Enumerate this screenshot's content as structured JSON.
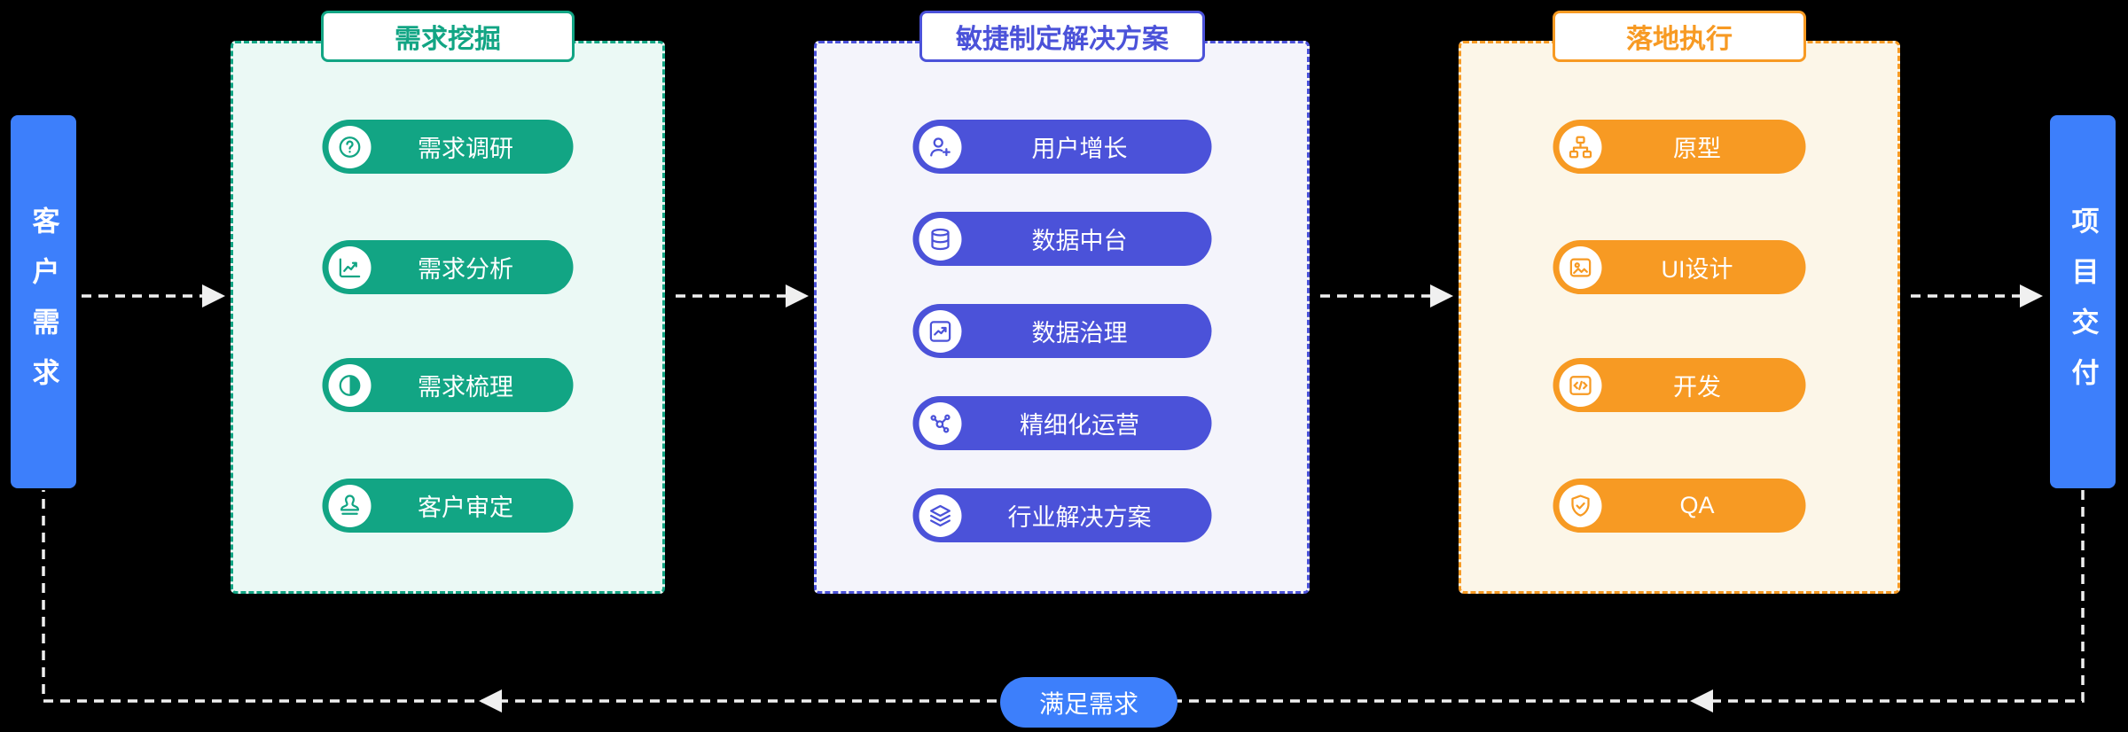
{
  "theme": {
    "background": "#000000",
    "blue": "#3D7FFB",
    "teal": "#12A584",
    "teal_panel_bg": "#EBF9F5",
    "indigo": "#4B52D9",
    "indigo_panel_bg": "#F4F4FB",
    "orange": "#F79A23",
    "orange_panel_bg": "#FCF6E8",
    "connector": "#F0F0F0"
  },
  "left_node": {
    "label": "客户需求"
  },
  "right_node": {
    "label": "项目交付"
  },
  "columns": [
    {
      "title": "需求挖掘",
      "items": [
        {
          "label": "需求调研",
          "icon": "question-circle-icon"
        },
        {
          "label": "需求分析",
          "icon": "line-chart-icon"
        },
        {
          "label": "需求梳理",
          "icon": "pie-icon"
        },
        {
          "label": "客户审定",
          "icon": "stamp-icon"
        }
      ]
    },
    {
      "title": "敏捷制定解决方案",
      "items": [
        {
          "label": "用户增长",
          "icon": "user-add-icon"
        },
        {
          "label": "数据中台",
          "icon": "database-icon"
        },
        {
          "label": "数据治理",
          "icon": "chart-board-icon"
        },
        {
          "label": "精细化运营",
          "icon": "network-icon"
        },
        {
          "label": "行业解决方案",
          "icon": "layers-icon"
        }
      ]
    },
    {
      "title": "落地执行",
      "items": [
        {
          "label": "原型",
          "icon": "sitemap-icon"
        },
        {
          "label": "UI设计",
          "icon": "image-icon"
        },
        {
          "label": "开发",
          "icon": "code-icon"
        },
        {
          "label": "QA",
          "icon": "shield-check-icon"
        }
      ]
    }
  ],
  "feedback": {
    "label": "满足需求"
  }
}
